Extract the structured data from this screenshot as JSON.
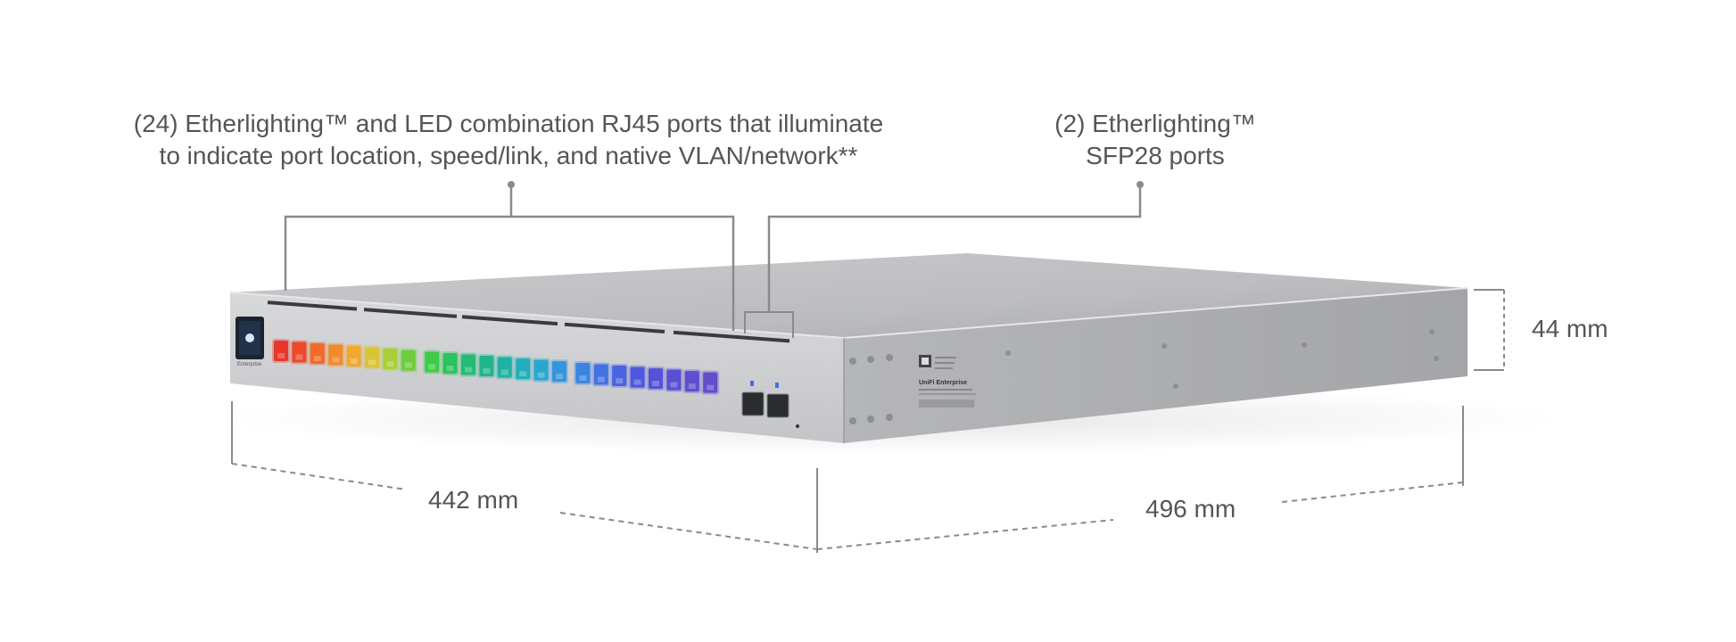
{
  "callouts": {
    "rj45_line1": "(24) Etherlighting™ and LED combination RJ45 ports that illuminate",
    "rj45_line2": "to indicate port location, speed/link, and native VLAN/network**",
    "sfp_line1": "(2) Etherlighting™",
    "sfp_line2": "SFP28 ports"
  },
  "dimensions": {
    "height": "44 mm",
    "width": "442 mm",
    "depth": "496 mm"
  },
  "device": {
    "side_label_title": "UniFi Enterprise",
    "front_brand": "Enterprise",
    "rj45_port_count": 24,
    "sfp_port_count": 2
  },
  "colors": {
    "callout_text": "#555555",
    "leader_line": "#8a8a8a",
    "chassis_top": "#bfc0c2",
    "chassis_front": "#cdced0",
    "chassis_side": "#b3b4b7",
    "port_rainbow": [
      "#e8362d",
      "#ec4a2a",
      "#f06a28",
      "#f28a2a",
      "#f0a830",
      "#d9c534",
      "#a8cf38",
      "#6fcd3e",
      "#3fca48",
      "#2cc25c",
      "#25bb74",
      "#22b58c",
      "#20b1a2",
      "#22aebb",
      "#2aa6cf",
      "#3395dc",
      "#3c84e2",
      "#4472e4",
      "#4a63e2",
      "#4f57de",
      "#5352d8",
      "#5a4fd4",
      "#5f4ed0",
      "#634ecc"
    ]
  }
}
